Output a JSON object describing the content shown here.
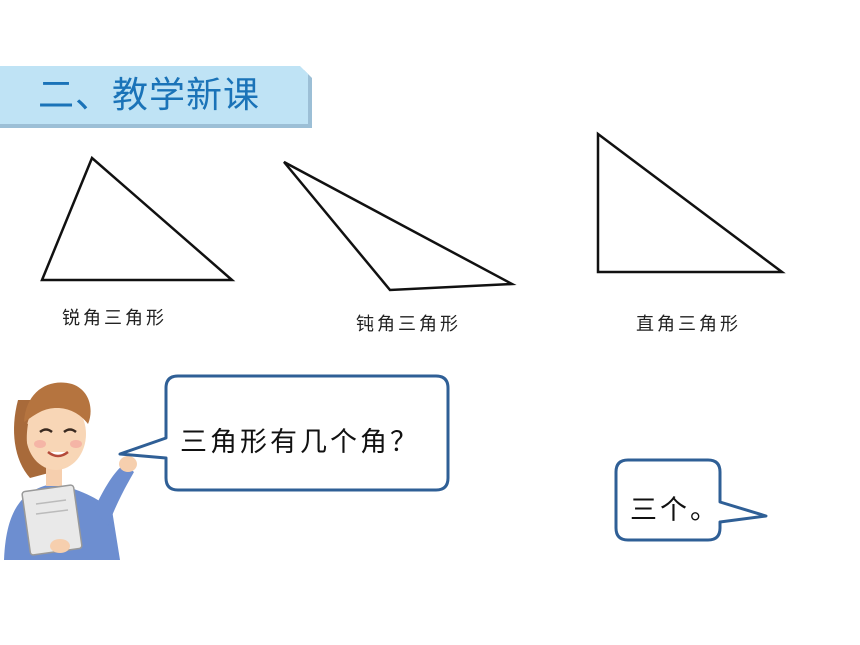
{
  "section": {
    "title": "二、教学新课"
  },
  "triangles": [
    {
      "label": "锐角三角形"
    },
    {
      "label": "钝角三角形"
    },
    {
      "label": "直角三角形"
    }
  ],
  "dialogue": {
    "question": "三角形有几个角？",
    "answer": "三个。"
  },
  "colors": {
    "banner_fill": "#bfe3f5",
    "banner_shadow": "#9cbfd6",
    "title": "#1a73b8",
    "bubble_border": "#2f5f96",
    "bubble_fill": "#ffffff"
  },
  "icons": {
    "teacher": "teacher-illustration"
  }
}
